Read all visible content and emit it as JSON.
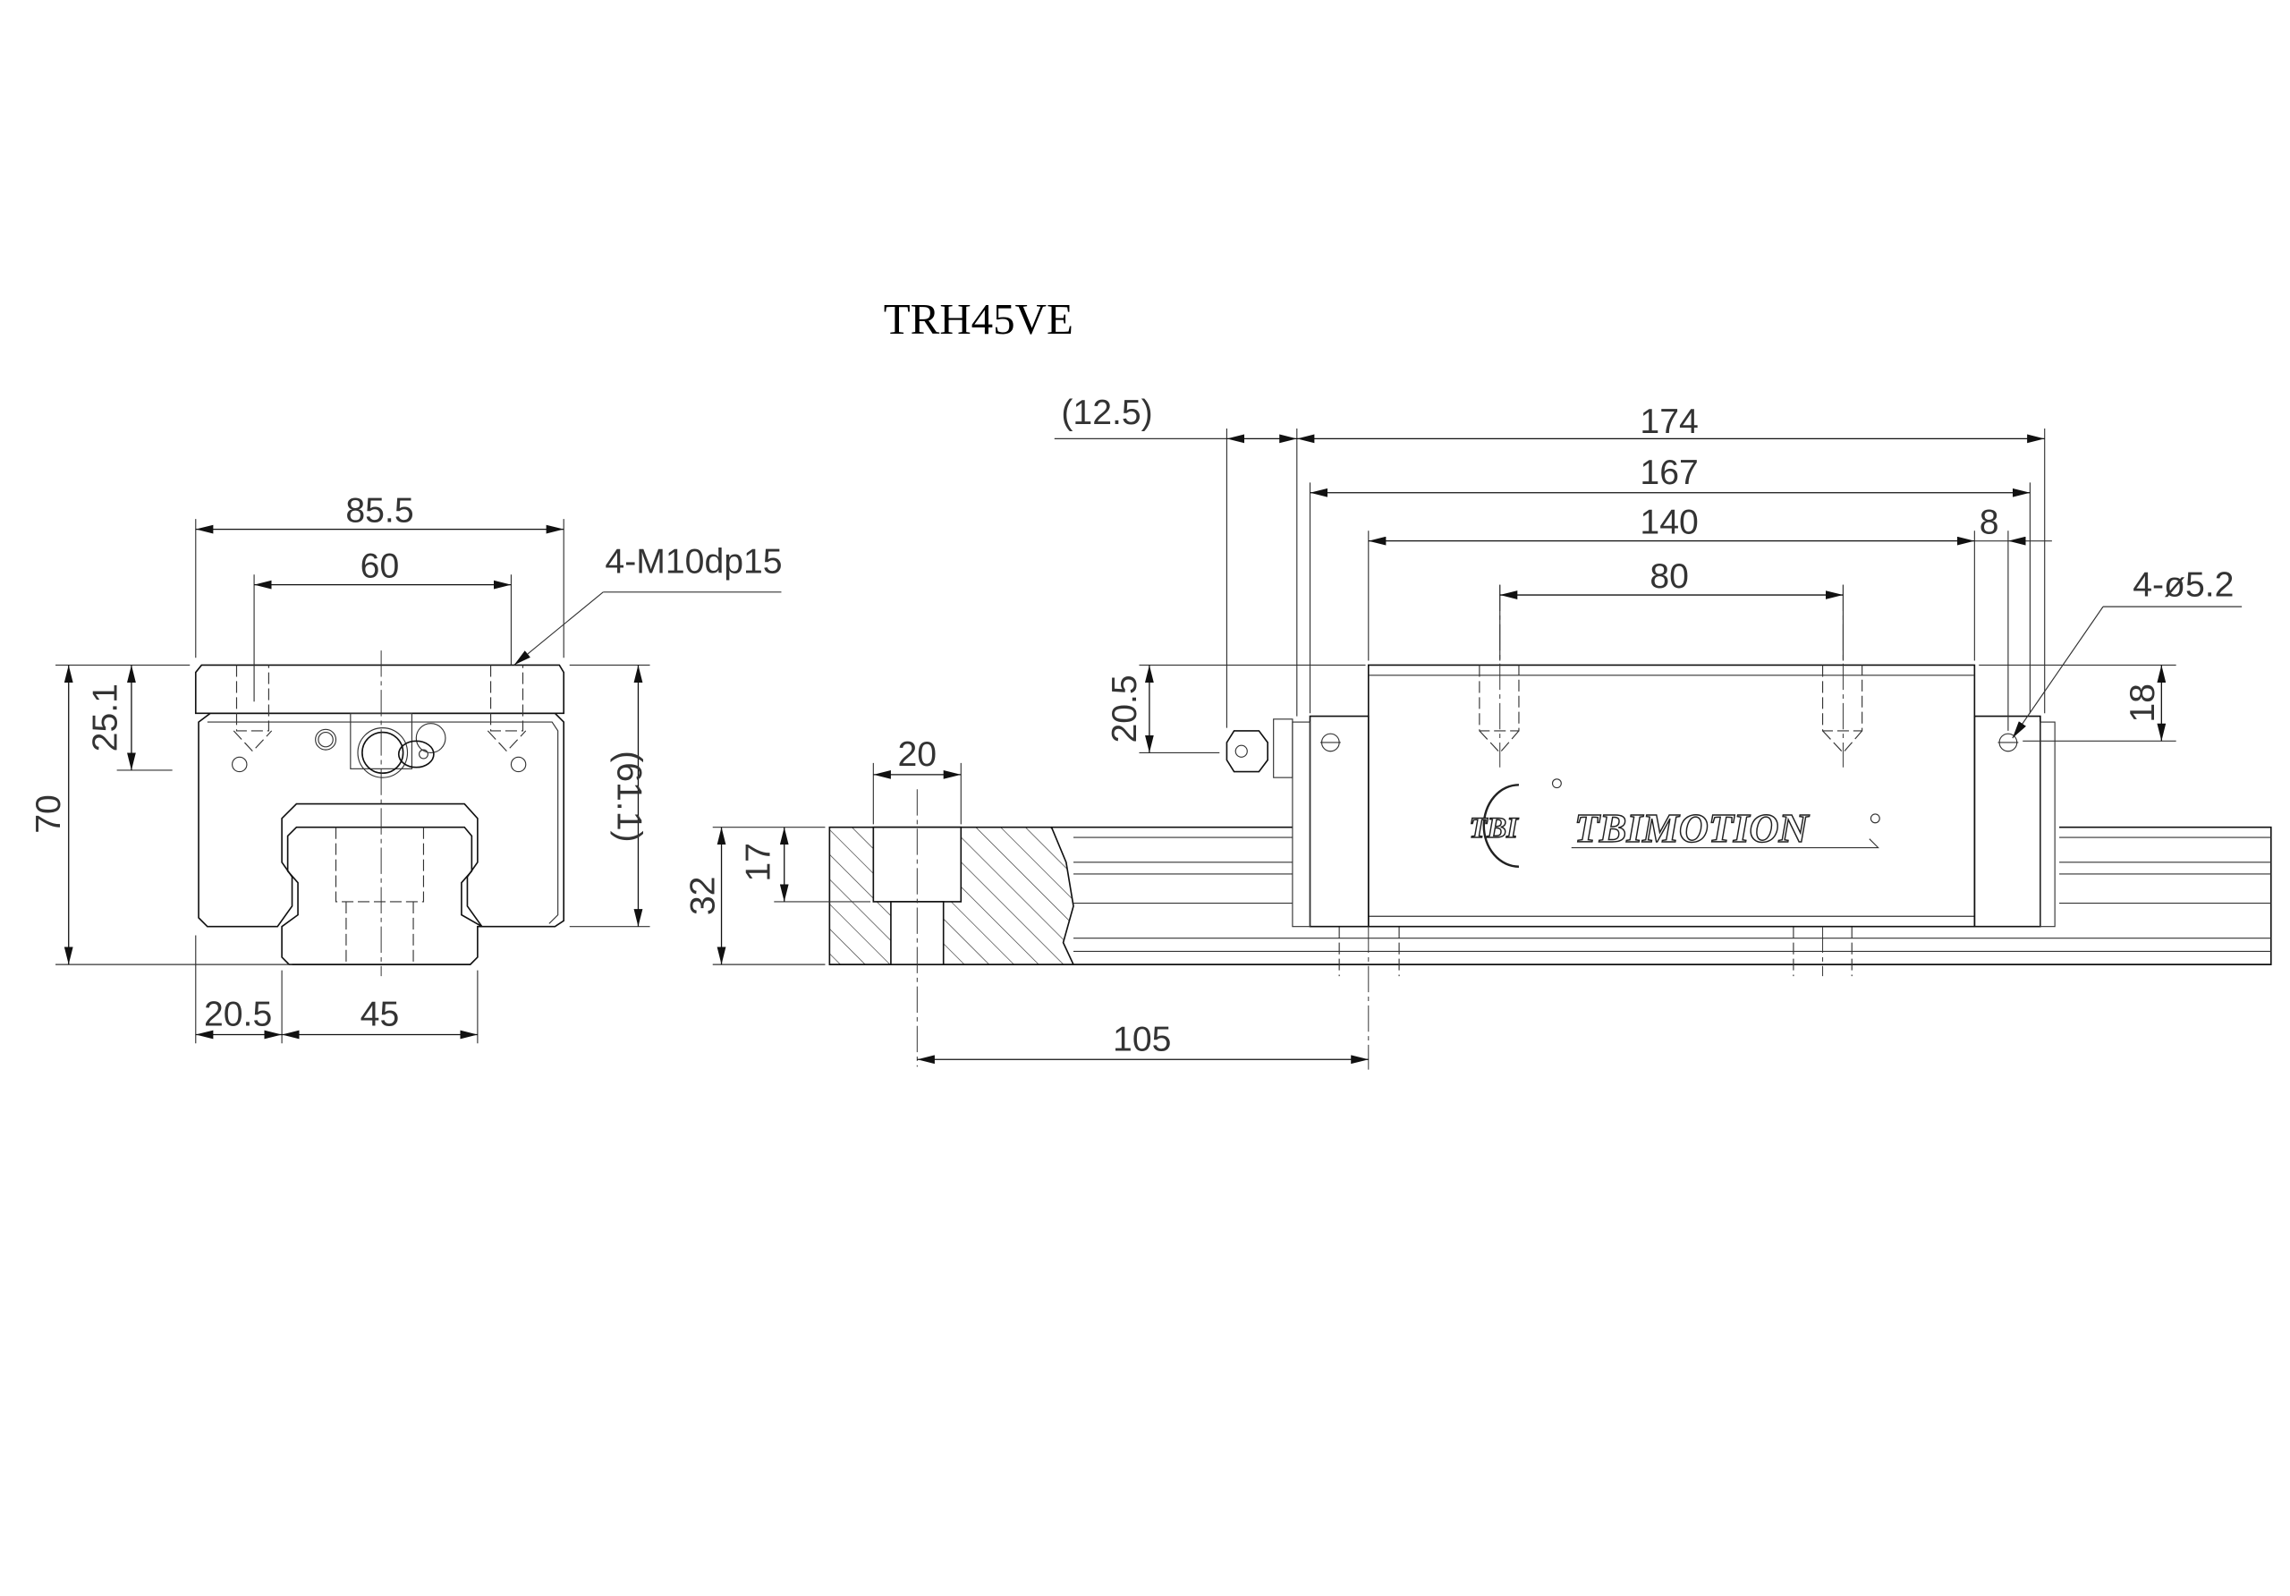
{
  "title": "TRH45VE",
  "front_view": {
    "width_overall": "85.5",
    "hole_spacing": "60",
    "tapped_holes": "4-M10dp15",
    "height_overall": "70",
    "hole_depth": "25.1",
    "block_height": "(61.1)",
    "side_offset": "20.5",
    "rail_width": "45"
  },
  "side_view": {
    "nipple_length": "(12.5)",
    "length_overall": "174",
    "length_with_caps": "167",
    "body_length": "140",
    "hole_spacing_long": "80",
    "cap_offset": "8",
    "small_holes": "4-ø5.2",
    "nipple_height": "20.5",
    "small_hole_height": "18",
    "counterbore_dia": "20",
    "rail_height": "32",
    "counterbore_depth": "17",
    "rail_pitch": "105"
  },
  "logo": {
    "badge": "TBI",
    "brand": "TBIMOTION"
  }
}
